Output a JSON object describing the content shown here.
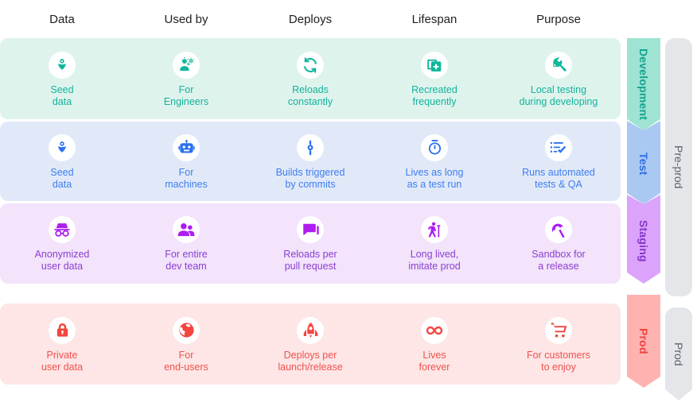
{
  "headers": [
    {
      "label": "Data"
    },
    {
      "label": "Used by"
    },
    {
      "label": "Deploys"
    },
    {
      "label": "Lifespan"
    },
    {
      "label": "Purpose"
    }
  ],
  "rows": [
    {
      "key": "development",
      "stage_label": "Development",
      "accent": "#12b39a",
      "band_bg": "#dff3ed",
      "chevron_bg": "#9fe3d2",
      "cells": [
        {
          "icon": "flower-seed-icon",
          "label": "Seed\ndata"
        },
        {
          "icon": "engineer-gears-icon",
          "label": "For\nEngineers"
        },
        {
          "icon": "refresh-loop-icon",
          "label": "Reloads\nconstantly"
        },
        {
          "icon": "copy-add-icon",
          "label": "Recreated\nfrequently"
        },
        {
          "icon": "wrench-icon",
          "label": "Local testing\nduring developing"
        }
      ]
    },
    {
      "key": "test",
      "stage_label": "Test",
      "accent": "#3d7ef0",
      "band_bg": "#e1e9f9",
      "chevron_bg": "#a9c8f2",
      "cells": [
        {
          "icon": "flower-seed-icon",
          "label": "Seed\ndata"
        },
        {
          "icon": "robot-icon",
          "label": "For\nmachines"
        },
        {
          "icon": "commit-icon",
          "label": "Builds triggered\nby commits"
        },
        {
          "icon": "stopwatch-icon",
          "label": "Lives as long\nas a test run"
        },
        {
          "icon": "checklist-icon",
          "label": "Runs automated\ntests & QA"
        }
      ]
    },
    {
      "key": "staging",
      "stage_label": "Staging",
      "accent": "#8a3fd1",
      "band_bg": "#f3e3fb",
      "chevron_bg": "#dba3fb",
      "cells": [
        {
          "icon": "incognito-icon",
          "label": "Anonymized\nuser data"
        },
        {
          "icon": "people-group-icon",
          "label": "For entire\ndev team"
        },
        {
          "icon": "comment-chat-icon",
          "label": "Reloads per\npull request"
        },
        {
          "icon": "elderly-person-icon",
          "label": "Long lived,\nimitate prod"
        },
        {
          "icon": "beach-umbrella-icon",
          "label": "Sandbox for\na release"
        }
      ]
    },
    {
      "key": "prod",
      "stage_label": "Prod",
      "accent": "#f0514f",
      "band_bg": "#fde6e5",
      "chevron_bg": "#ffb3b1",
      "cells": [
        {
          "icon": "lock-icon",
          "label": "Private\nuser data"
        },
        {
          "icon": "globe-icon",
          "label": "For\nend-users"
        },
        {
          "icon": "rocket-icon",
          "label": "Deploys per\nlaunch/release"
        },
        {
          "icon": "infinity-icon",
          "label": "Lives\nforever"
        },
        {
          "icon": "shopping-cart-icon",
          "label": "For customers\nto enjoy"
        }
      ]
    }
  ],
  "groups": [
    {
      "key": "preprod",
      "label": "Pre-prod",
      "bg": "#e4e6e9"
    },
    {
      "key": "prod",
      "label": "Prod",
      "bg": "#e4e6e9"
    }
  ]
}
